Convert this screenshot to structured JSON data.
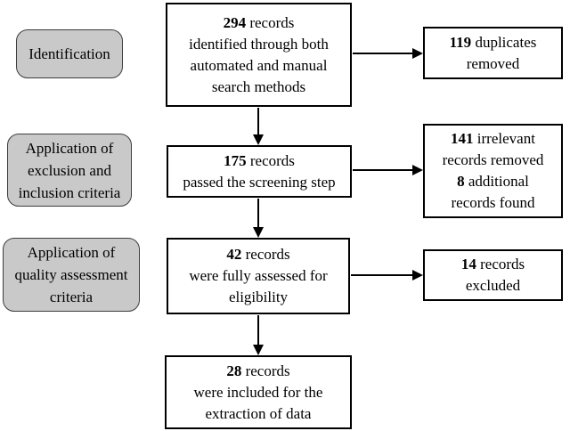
{
  "figure": {
    "type": "prisma-flow-diagram",
    "colors": {
      "background": "#ffffff",
      "stage_fill": "#c9c9c9",
      "stage_border": "#3d3d3d",
      "box_fill": "#ffffff",
      "box_border": "#000000",
      "arrow": "#000000",
      "text": "#000000"
    },
    "stages": [
      {
        "label_lines": [
          "Identification"
        ]
      },
      {
        "label_lines": [
          "Application of",
          "exclusion and",
          "inclusion criteria"
        ]
      },
      {
        "label_lines": [
          "Application of",
          "quality assessment",
          "criteria"
        ]
      }
    ],
    "boxes": {
      "identified": {
        "count": "294",
        "count_suffix": " records",
        "lines": [
          "identified through both",
          "automated and manual",
          "search methods"
        ]
      },
      "duplicates": {
        "count": "119",
        "count_suffix": " duplicates",
        "lines": [
          "removed"
        ]
      },
      "screened": {
        "count": "175",
        "count_suffix": " records",
        "lines": [
          "passed the screening step"
        ]
      },
      "irrelevant": {
        "count": "141",
        "count_suffix": " irrelevant",
        "lines": [
          "records removed"
        ],
        "count2": "8",
        "count2_suffix": " additional",
        "lines2": [
          "records found"
        ]
      },
      "assessed": {
        "count": "42",
        "count_suffix": " records",
        "lines": [
          "were fully assessed for",
          "eligibility"
        ]
      },
      "excluded": {
        "count": "14",
        "count_suffix": " records",
        "lines": [
          "excluded"
        ]
      },
      "included": {
        "count": "28",
        "count_suffix": " records",
        "lines": [
          "were included for the",
          "extraction of data"
        ]
      }
    }
  }
}
